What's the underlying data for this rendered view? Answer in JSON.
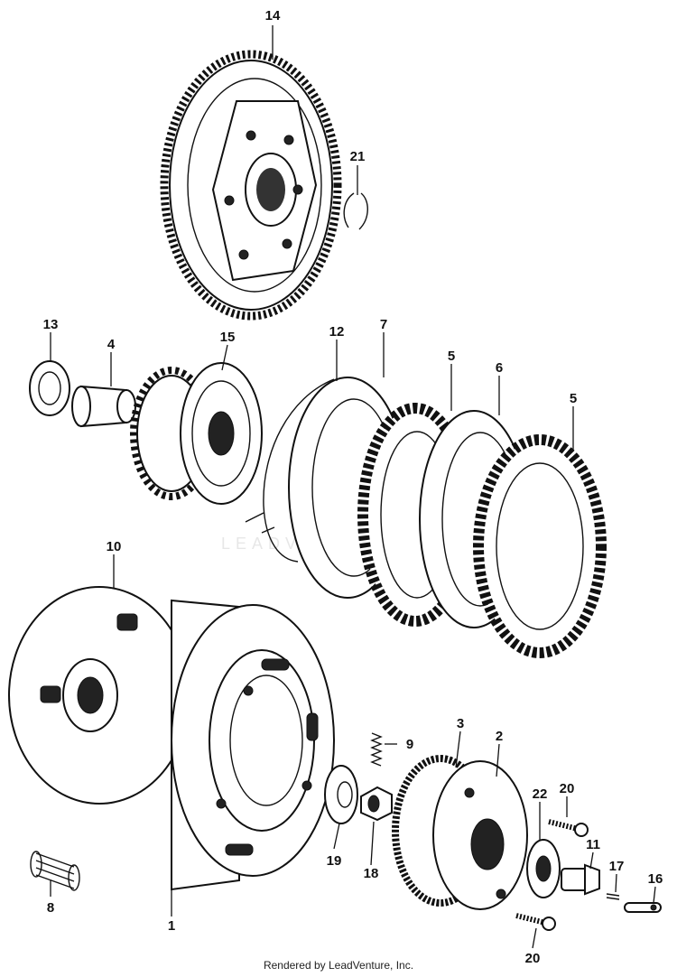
{
  "callouts": {
    "p1": "1",
    "p2": "2",
    "p3": "3",
    "p4": "4",
    "p5a": "5",
    "p5b": "5",
    "p6": "6",
    "p7": "7",
    "p8": "8",
    "p9": "9",
    "p10": "10",
    "p11": "11",
    "p12": "12",
    "p13": "13",
    "p14": "14",
    "p15": "15",
    "p16": "16",
    "p17": "17",
    "p18": "18",
    "p19": "19",
    "p20a": "20",
    "p20b": "20",
    "p21": "21",
    "p22": "22"
  },
  "watermark": "LEADVENTURE",
  "footer": "Rendered by LeadVenture, Inc."
}
